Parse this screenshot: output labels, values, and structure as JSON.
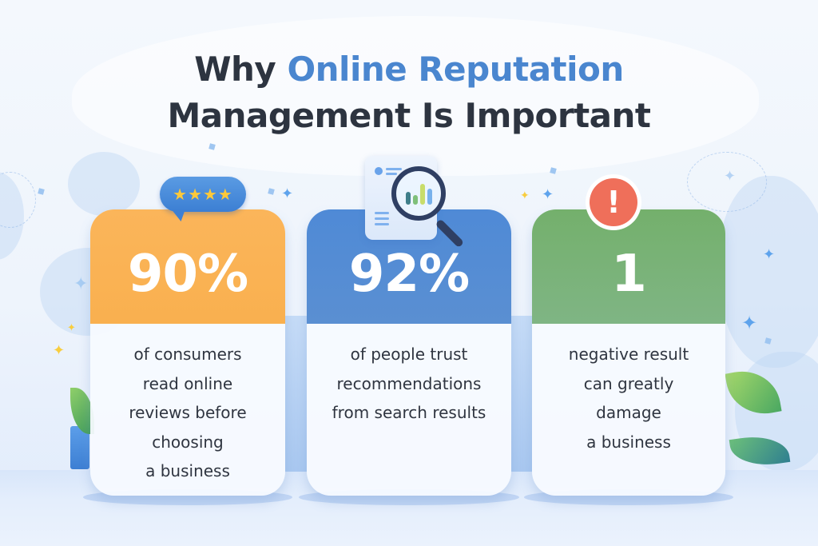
{
  "title": {
    "line1_prefix": "Why ",
    "line1_accent": "Online Reputation",
    "line2": "Management Is Important"
  },
  "colors": {
    "title_dark": "#2d3440",
    "title_accent": "#4a86cf",
    "card1_accent": "#f9b04f",
    "card2_accent": "#5a8fd2",
    "card3_accent": "#7bb37a",
    "alert_red": "#ef6f5a",
    "star_yellow": "#fcc93a"
  },
  "cards": [
    {
      "icon": "review-stars-bubble-icon",
      "stars": "★★★★",
      "stat": "90%",
      "lines": [
        "of consumers",
        "read online",
        "reviews before",
        "choosing",
        "a business"
      ]
    },
    {
      "icon": "search-report-magnifier-icon",
      "stat": "92%",
      "lines": [
        "of people trust",
        "recommendations",
        "from search results"
      ]
    },
    {
      "icon": "alert-exclamation-icon",
      "alert_glyph": "!",
      "stat": "1",
      "lines": [
        "negative result",
        "can greatly",
        "damage",
        "a business"
      ]
    }
  ],
  "decor": {
    "sparkle_glyph": "✦",
    "left_plant": "plant-icon",
    "right_plant": "plant-icon"
  }
}
